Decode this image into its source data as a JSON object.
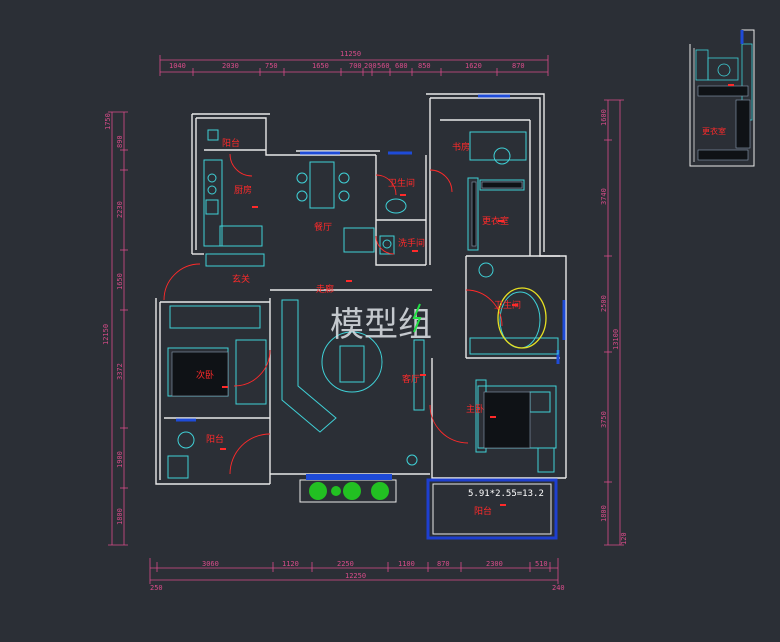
{
  "colors": {
    "background": "#2b2f36",
    "wall": "#e8e8e8",
    "dimension": "#d94c8a",
    "furniture": "#3fd0d6",
    "room_label": "#ff2a2a",
    "window": "#1e4bd8",
    "balcony_frame": "#1e3fd0",
    "plant": "#22c022"
  },
  "dimensions": {
    "top_total": "11250",
    "top_segments": [
      "1040",
      "2030",
      "750",
      "1650",
      "700",
      "200",
      "560",
      "680",
      "850",
      "1620",
      "870"
    ],
    "bottom_segments": [
      "3060",
      "1120",
      "2250",
      "1100",
      "870",
      "2300",
      "510"
    ],
    "bottom_total": "12250",
    "bottom_end_left": "250",
    "bottom_end_right": "240",
    "left_total": "12150",
    "left_segments": [
      "1750",
      "890",
      "2230",
      "1650",
      "3372",
      "1900",
      "1800"
    ],
    "right_total": "13100",
    "right_segments": [
      "1600",
      "3740",
      "2500",
      "3750",
      "1800",
      "120"
    ]
  },
  "rooms": {
    "balcony_top": "阳台",
    "kitchen": "厨房",
    "dining": "餐厅",
    "guest_bath": "卫生间",
    "wash": "洗手间",
    "study": "书房",
    "closet": "更衣室",
    "entry": "玄关",
    "corridor": "走廊",
    "second_bedroom": "次卧",
    "balcony_left": "阳台",
    "living": "客厅",
    "master_bath": "卫生间",
    "master_bedroom": "主卧",
    "balcony_bottom": "阳台",
    "inset_closet": "更衣室"
  },
  "balcony_calc": "5.91*2.55=13.2",
  "watermark": "模型组"
}
